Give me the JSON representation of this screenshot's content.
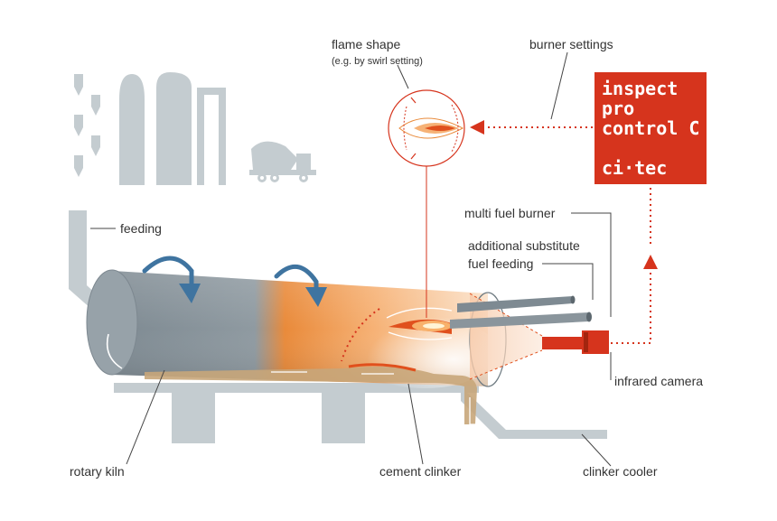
{
  "labels": {
    "flame_shape": "flame shape",
    "flame_shape_note": "(e.g. by swirl setting)",
    "burner_settings": "burner settings",
    "feeding": "feeding",
    "multi_fuel_burner": "multi fuel burner",
    "substitute_line1": "additional substitute",
    "substitute_line2": "fuel feeding",
    "infrared_camera": "infrared camera",
    "rotary_kiln": "rotary kiln",
    "cement_clinker": "cement clinker",
    "clinker_cooler": "clinker cooler"
  },
  "brand": {
    "line1": "inspect",
    "line2": "pro",
    "line3": "control C",
    "logo": "ci·tec"
  },
  "colors": {
    "brand_red": "#d6341d",
    "silhouette_gray": "#c4ccd0",
    "kiln_gray": "#8c989f",
    "kiln_orange": "#f08a2a",
    "arrow_blue": "#3f74a0",
    "clinker_tan": "#c8a67a"
  }
}
